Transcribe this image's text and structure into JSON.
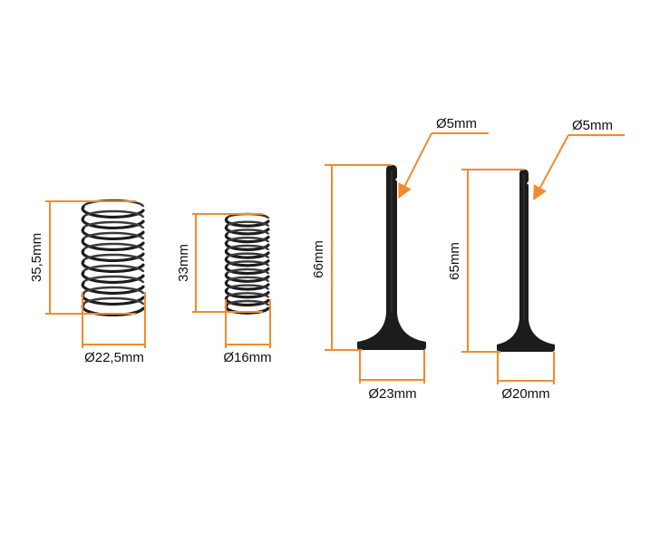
{
  "parts": {
    "spring_large": {
      "height_label": "35,5mm",
      "diameter_label": "Ø22,5mm"
    },
    "spring_small": {
      "height_label": "33mm",
      "diameter_label": "Ø16mm"
    },
    "valve_intake": {
      "length_label": "66mm",
      "head_label": "Ø23mm",
      "stem_label": "Ø5mm"
    },
    "valve_exhaust": {
      "length_label": "65mm",
      "head_label": "Ø20mm",
      "stem_label": "Ø5mm"
    }
  },
  "colors": {
    "dimension": "#f28a2e",
    "part": "#1c1c1c",
    "background": "#ffffff"
  }
}
